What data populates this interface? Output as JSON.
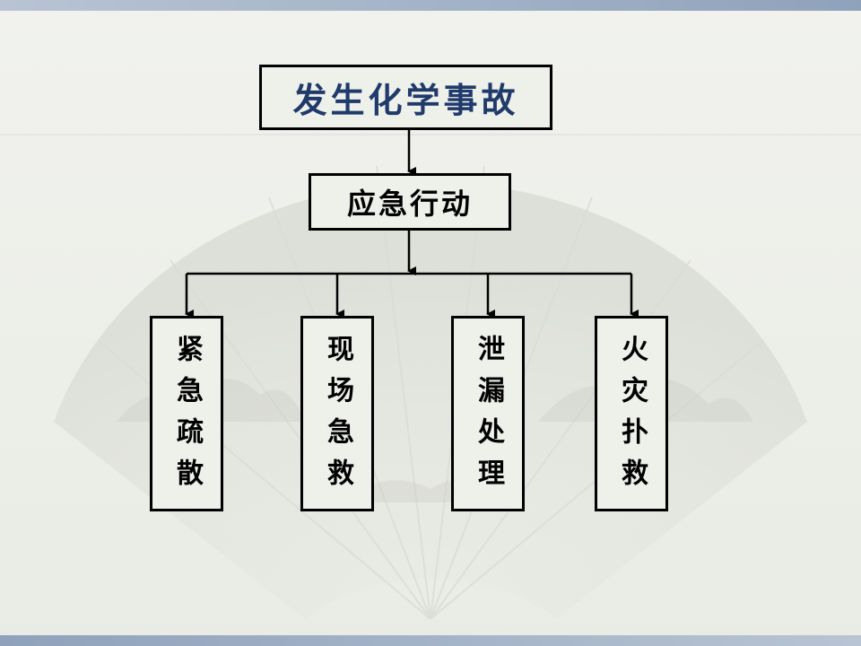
{
  "diagram": {
    "root": {
      "label": "发生化学事故"
    },
    "middle": {
      "label": "应急行动"
    },
    "leaves": [
      {
        "label": "紧急疏散"
      },
      {
        "label": "现场急救"
      },
      {
        "label": "泄漏处理"
      },
      {
        "label": "火灾扑救"
      }
    ]
  },
  "colors": {
    "root_text": "#1f3a6b",
    "box_border": "#000000",
    "accent_bar": "#8fa2bb"
  }
}
